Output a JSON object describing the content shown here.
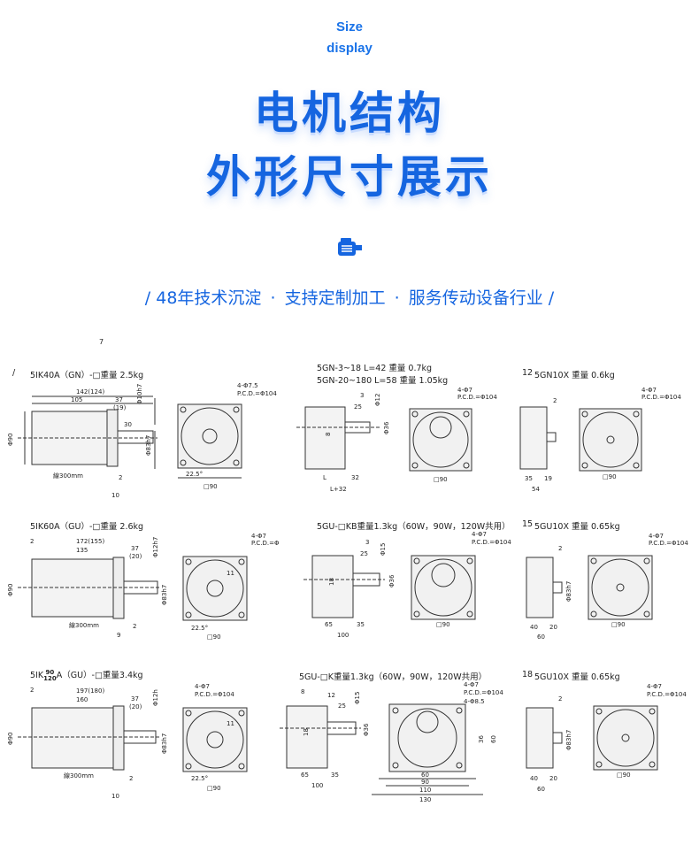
{
  "header": {
    "en_line1": "Size",
    "en_line2": "display",
    "title_line1": "电机结构",
    "title_line2": "外形尺寸展示",
    "slogan_items": [
      "48年技术沉淀",
      "支持定制加工",
      "服务传动设备行业"
    ],
    "slogan_open": "/",
    "slogan_close": "/",
    "slogan_dot": "·"
  },
  "icon": "motor-icon",
  "accent_color": "#1565e0",
  "drawings": {
    "stray_mark": "7",
    "m1": {
      "num": "/",
      "caption": "5IK40A（GN）-□重量 2.5kg",
      "dims": [
        "142(124)",
        "105",
        "37",
        "(19)",
        "Φ10h7",
        "30",
        "Φ83h7",
        "Φ90",
        "線300mm",
        "2",
        "10",
        "4-Φ7.5",
        "P.C.D.=Φ104",
        "22.5°",
        "□90"
      ]
    },
    "m2": {
      "caption1": "5GN-3~18  L=42  重量 0.7kg",
      "caption2": "5GN-20~180  L=58  重量 1.05kg",
      "dims": [
        "3",
        "25",
        "Φ12",
        "8",
        "Φ36",
        "L",
        "32",
        "L+32",
        "4-Φ7",
        "P.C.D.=Φ104",
        "□90"
      ]
    },
    "m3": {
      "num": "12",
      "caption": "5GN10X  重量 0.6kg",
      "dims": [
        "2",
        "35",
        "19",
        "54",
        "4-Φ7",
        "P.C.D.=Φ104",
        "□90"
      ]
    },
    "m4": {
      "num": "",
      "caption": "5IK60A（GU）-□重量 2.6kg",
      "dims": [
        "2",
        "172(155)",
        "135",
        "37",
        "(20)",
        "Φ12h7",
        "Φ83h7",
        "Φ90",
        "線300mm",
        "9",
        "2",
        "4-Φ7",
        "P.C.D.=Φ",
        "11",
        "22.5°",
        "□90"
      ]
    },
    "m5": {
      "caption": "5GU-□KB重量1.3kg（60W，90W，120W共用）",
      "dims": [
        "3",
        "25",
        "Φ15",
        "18",
        "Φ36",
        "65",
        "35",
        "100",
        "4-Φ7",
        "P.C.D.=Φ104",
        "□90"
      ]
    },
    "m6": {
      "num": "15",
      "caption": "5GU10X  重量 0.65kg",
      "dims": [
        "2",
        "40",
        "20",
        "60",
        "Φ83h7",
        "4-Φ7",
        "P.C.D.=Φ104",
        "□90"
      ]
    },
    "m7": {
      "prefix": "5IK",
      "frac_top": "90",
      "frac_bot": "120",
      "suffix": "A（GU）-□重量3.4kg",
      "dims": [
        "2",
        "197(180)",
        "160",
        "37",
        "(20)",
        "Φ12h",
        "Φ83h7",
        "Φ90",
        "線300mm",
        "2",
        "10",
        "4-Φ7",
        "P.C.D.=Φ104",
        "11",
        "22.5°",
        "□90"
      ]
    },
    "m8": {
      "caption": "5GU-□K重量1.3kg（60W，90W，120W共用）",
      "dims": [
        "8",
        "12",
        "25",
        "Φ15",
        "18",
        "Φ36",
        "65",
        "35",
        "100",
        "4-Φ7",
        "P.C.D.=Φ104",
        "4-Φ8.5",
        "36",
        "60",
        "60",
        "90",
        "110",
        "130"
      ]
    },
    "m9": {
      "num": "18",
      "caption": "5GU10X  重量 0.65kg",
      "dims": [
        "2",
        "Φ83h7",
        "40",
        "20",
        "60",
        "4-Φ7",
        "P.C.D.=Φ104",
        "□90"
      ]
    }
  }
}
